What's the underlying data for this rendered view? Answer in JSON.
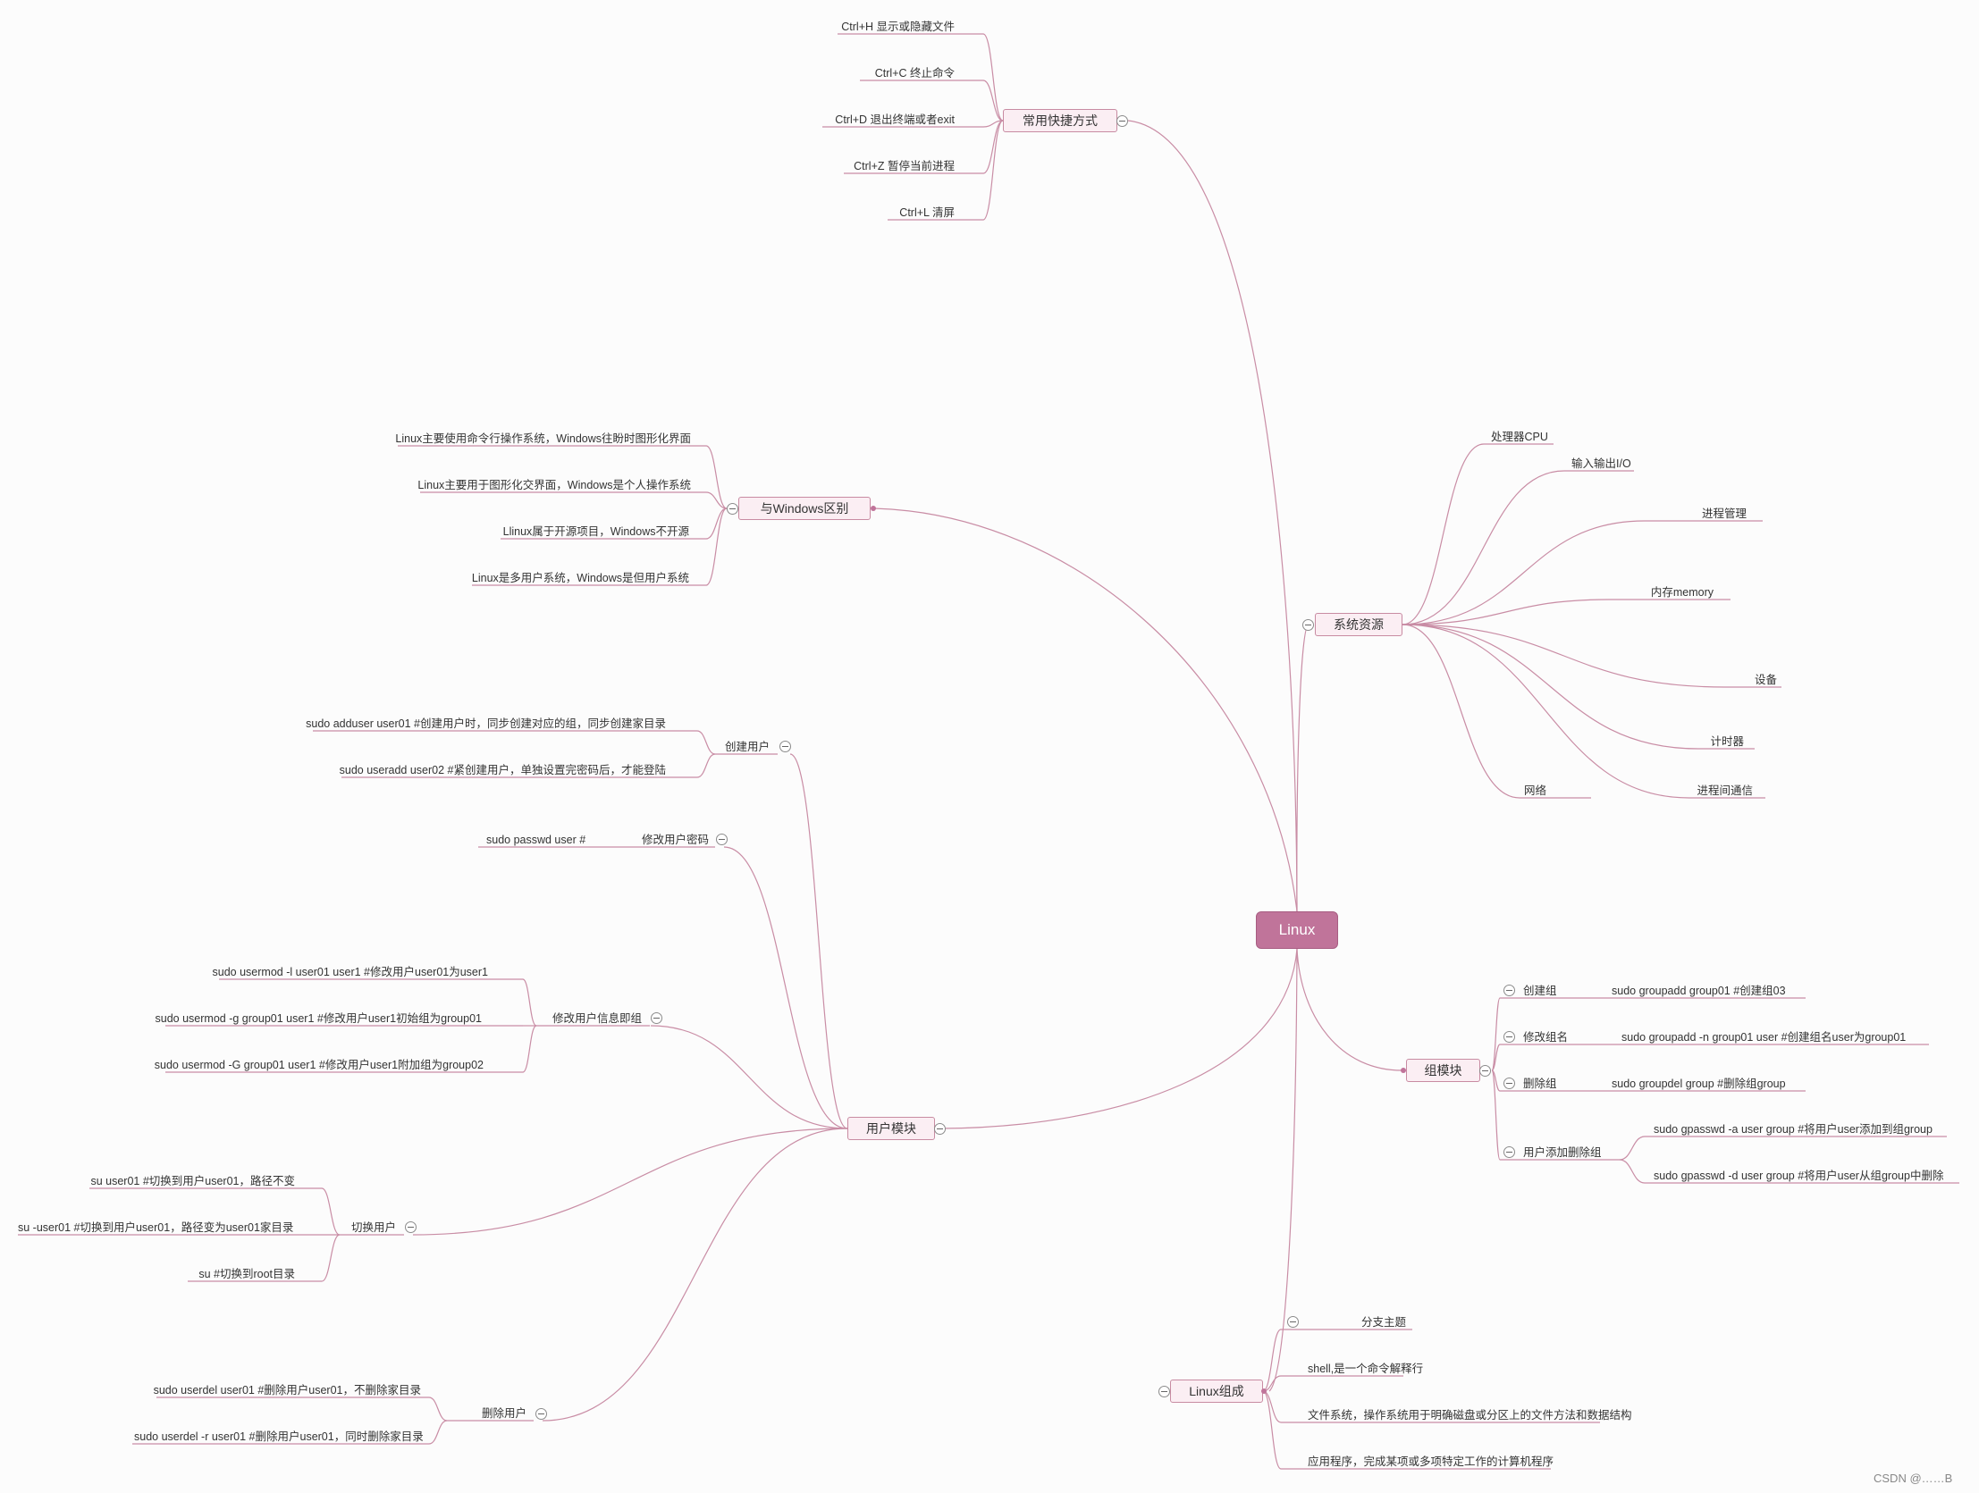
{
  "root": "Linux",
  "shortcuts": {
    "title": "常用快捷方式",
    "items": [
      "Ctrl+H 显示或隐藏文件",
      "Ctrl+C 终止命令",
      "Ctrl+D 退出终端或者exit",
      "Ctrl+Z 暂停当前进程",
      "Ctrl+L 清屏"
    ]
  },
  "windows_diff": {
    "title": "与Windows区别",
    "items": [
      "Linux主要使用命令行操作系统，Windows往盼时图形化界面",
      "Linux主要用于图形化交界面，Windows是个人操作系统",
      "Llinux属于开源项目，Windows不开源",
      "Linux是多用户系统，Windows是但用户系统"
    ]
  },
  "resources": {
    "title": "系统资源",
    "items": [
      "处理器CPU",
      "输入输出I/O",
      "进程管理",
      "内存memory",
      "设备",
      "计时器",
      "网络",
      "进程间通信"
    ]
  },
  "user_module": {
    "title": "用户模块",
    "create": {
      "label": "创建用户",
      "items": [
        "sudo adduser user01 #创建用户时，同步创建对应的组，同步创建家目录",
        "sudo useradd user02 #紧创建用户，单独设置完密码后，才能登陆"
      ]
    },
    "passwd": {
      "label": "修改用户密码",
      "items": [
        "sudo passwd user #"
      ]
    },
    "modify": {
      "label": "修改用户信息即组",
      "items": [
        "sudo usermod -l user01 user1 #修改用户user01为user1",
        "sudo usermod -g group01 user1 #修改用户user1初始组为group01",
        "sudo usermod -G group01 user1 #修改用户user1附加组为group02"
      ]
    },
    "switch": {
      "label": "切换用户",
      "items": [
        "su user01 #切换到用户user01，路径不变",
        "su -user01 #切换到用户user01，路径变为user01家目录",
        "su #切换到root目录"
      ]
    },
    "delete": {
      "label": "删除用户",
      "items": [
        "sudo userdel user01 #删除用户user01，不删除家目录",
        "sudo userdel -r user01 #删除用户user01，同时删除家目录"
      ]
    }
  },
  "group_module": {
    "title": "组模块",
    "create": {
      "label": "创建组",
      "cmd": "sudo groupadd group01  #创建组03"
    },
    "rename": {
      "label": "修改组名",
      "cmd": "sudo groupadd -n group01 user  #创建组名user为group01"
    },
    "delete": {
      "label": "删除组",
      "cmd": "sudo groupdel group #删除组group"
    },
    "addremove": {
      "label": "用户添加删除组",
      "items": [
        "sudo gpasswd -a user group #将用户user添加到组group",
        "sudo gpasswd -d user group #将用户user从组group中删除"
      ]
    }
  },
  "composition": {
    "title": "Linux组成",
    "items": [
      "分支主题",
      "shell,是一个命令解释行",
      "文件系统，操作系统用于明确磁盘或分区上的文件方法和数据结构",
      "应用程序，完成某项或多项特定工作的计算机程序"
    ]
  },
  "watermark": "CSDN @……B",
  "colors": {
    "line": "#c98da5",
    "root": "#c0749a",
    "box": "#fbeef3"
  }
}
